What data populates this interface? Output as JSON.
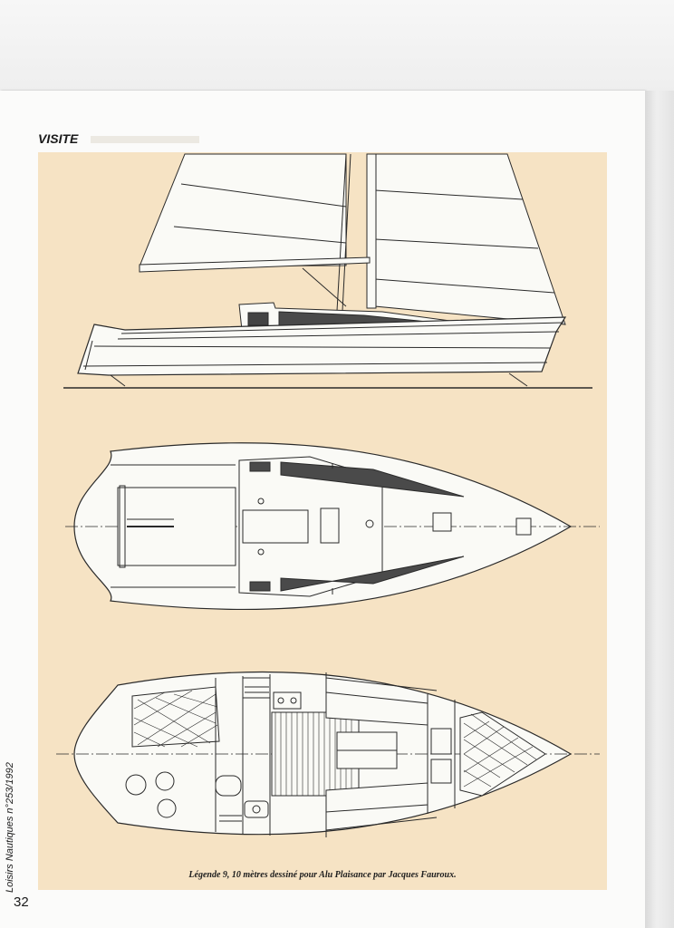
{
  "section_label": "VISITE",
  "caption": "Légende 9, 10 mètres dessiné pour Alu Plaisance par Jacques Fauroux.",
  "side_credit": "Loisirs Nautiques n°253/1992",
  "page_number": "32",
  "colors": {
    "panel_background": "#f6e3c4",
    "line": "#2a2a2a",
    "sail_fill": "#fafaf6"
  }
}
